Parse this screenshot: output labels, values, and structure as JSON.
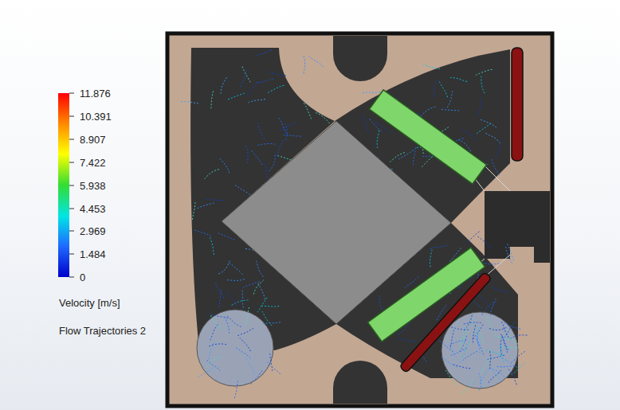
{
  "diagram": {
    "labels": [
      "11.876",
      "10.391",
      "8.907",
      "7.422",
      "5.938",
      "4.453",
      "2.969",
      "1.484",
      "0",
      "Velocity [m/s]",
      "Flow Trajectories 2"
    ]
  }
}
